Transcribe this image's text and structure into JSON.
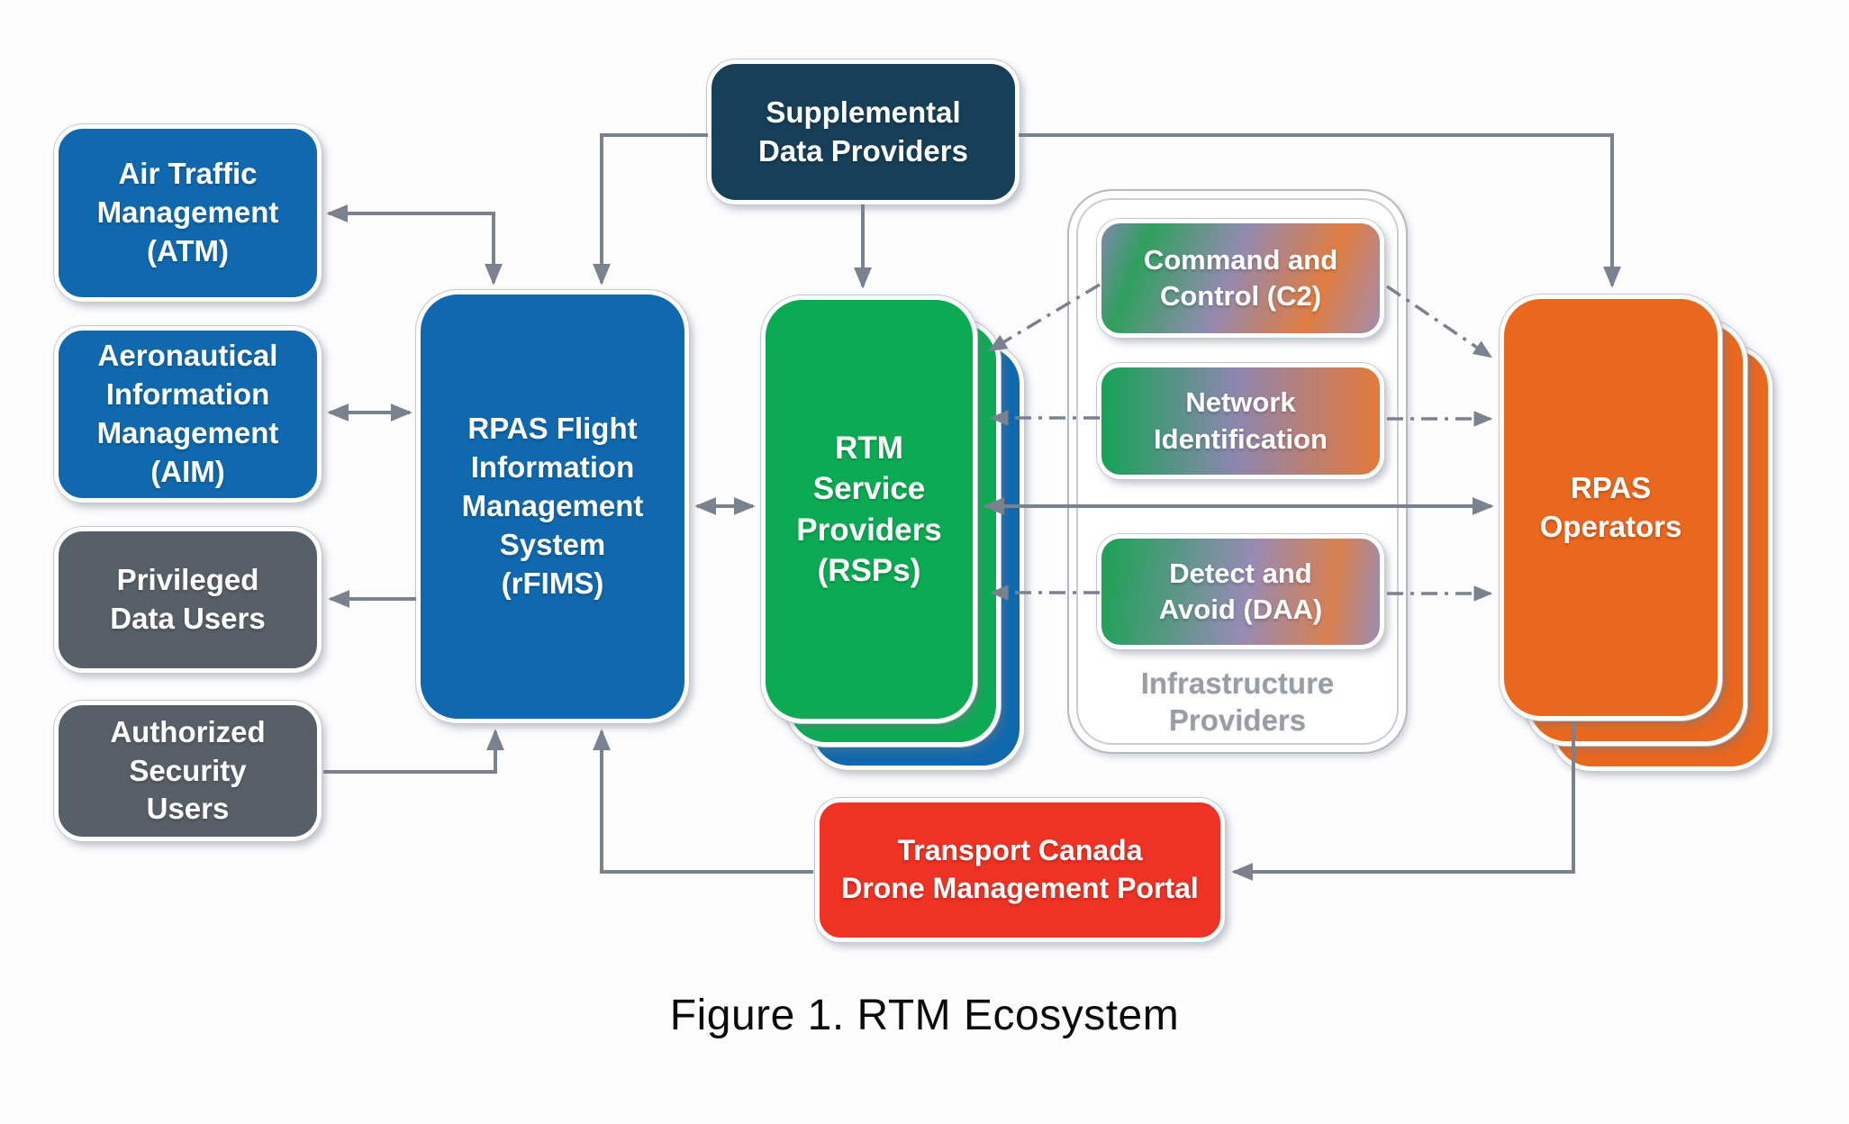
{
  "figure_caption": "Figure 1. RTM Ecosystem",
  "palette": {
    "blue": "#1069ae",
    "navy": "#173f58",
    "green": "#0cab53",
    "orange": "#ea671e",
    "red": "#ee3324",
    "gray_box": "#576069",
    "arrow_gray": "#79828e",
    "infra_label_gray": "#989ea6",
    "gradient_green": "#23a15a",
    "gradient_purple": "#8e87b2",
    "gradient_orange": "#e07c41"
  },
  "nodes": {
    "atm": {
      "label": "Air Traffic\nManagement\n(ATM)"
    },
    "aim": {
      "label": "Aeronautical\nInformation\nManagement\n(AIM)"
    },
    "privileged_data_users": {
      "label": "Privileged\nData Users"
    },
    "authorized_security_users": {
      "label": "Authorized\nSecurity\nUsers"
    },
    "rfims": {
      "label": "RPAS Flight\nInformation\nManagement\nSystem\n(rFIMS)"
    },
    "supplemental_data_providers": {
      "label": "Supplemental\nData Providers"
    },
    "rtm_service_providers": {
      "label": "RTM\nService\nProviders\n(RSPs)"
    },
    "command_and_control": {
      "label": "Command and\nControl (C2)"
    },
    "network_identification": {
      "label": "Network\nIdentification"
    },
    "detect_and_avoid": {
      "label": "Detect and\nAvoid (DAA)"
    },
    "infrastructure_providers": {
      "label": "Infrastructure\nProviders"
    },
    "rpas_operators": {
      "label": "RPAS\nOperators"
    },
    "transport_canada_portal": {
      "label": "Transport Canada\nDrone Management Portal"
    }
  },
  "connections": [
    {
      "from": "rfims",
      "to": "atm",
      "style": "solid",
      "arrows": "both"
    },
    {
      "from": "supplemental_data_providers",
      "to": "rfims",
      "style": "solid",
      "arrows": "end"
    },
    {
      "from": "supplemental_data_providers",
      "to": "rtm_service_providers",
      "style": "solid",
      "arrows": "end"
    },
    {
      "from": "supplemental_data_providers",
      "to": "rpas_operators",
      "style": "solid",
      "arrows": "end"
    },
    {
      "from": "aim",
      "to": "rfims",
      "style": "solid",
      "arrows": "both"
    },
    {
      "from": "rfims",
      "to": "privileged_data_users",
      "style": "solid",
      "arrows": "end"
    },
    {
      "from": "authorized_security_users",
      "to": "rfims",
      "style": "solid",
      "arrows": "end"
    },
    {
      "from": "rfims",
      "to": "rtm_service_providers",
      "style": "solid",
      "arrows": "both"
    },
    {
      "from": "rtm_service_providers",
      "to": "rpas_operators",
      "style": "solid",
      "arrows": "both"
    },
    {
      "from": "command_and_control",
      "to": "rtm_service_providers",
      "style": "dash-dot",
      "arrows": "end"
    },
    {
      "from": "command_and_control",
      "to": "rpas_operators",
      "style": "dash-dot",
      "arrows": "end"
    },
    {
      "from": "network_identification",
      "to": "rtm_service_providers",
      "style": "dash-dot",
      "arrows": "end"
    },
    {
      "from": "network_identification",
      "to": "rpas_operators",
      "style": "dash-dot",
      "arrows": "end"
    },
    {
      "from": "detect_and_avoid",
      "to": "rtm_service_providers",
      "style": "dash-dot",
      "arrows": "end"
    },
    {
      "from": "detect_and_avoid",
      "to": "rpas_operators",
      "style": "dash-dot",
      "arrows": "end"
    },
    {
      "from": "rpas_operators",
      "to": "transport_canada_portal",
      "style": "solid",
      "arrows": "end"
    },
    {
      "from": "transport_canada_portal",
      "to": "rfims",
      "style": "solid",
      "arrows": "end"
    }
  ]
}
